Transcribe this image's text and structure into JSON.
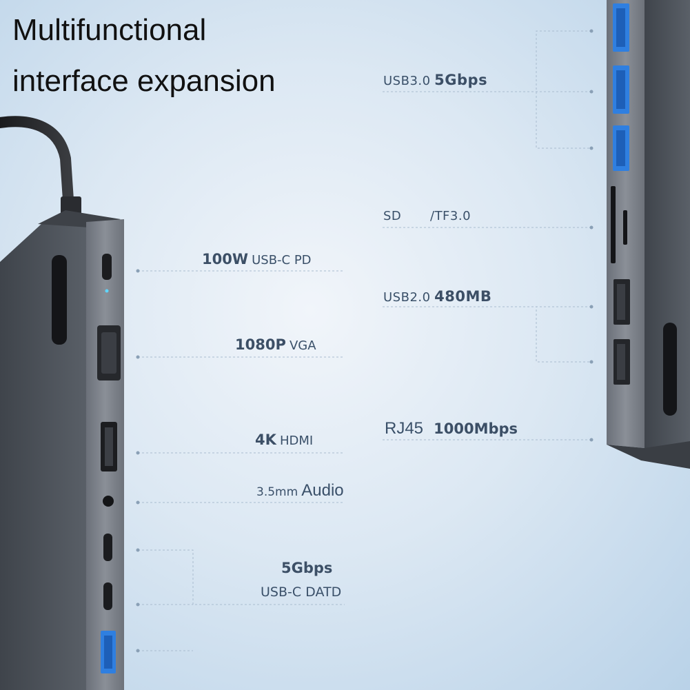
{
  "heading": {
    "line1": "Multifunctional",
    "line2": "interface expansion"
  },
  "left_labels": {
    "pd": {
      "strong": "100W",
      "text": "USB-C PD"
    },
    "vga": {
      "strong": "1080P",
      "text": "VGA"
    },
    "hdmi": {
      "strong": "4K",
      "text": "HDMI"
    },
    "audio": {
      "small": "3.5mm",
      "text": "Audio"
    },
    "usbc_data": {
      "line1": "5Gbps",
      "line2": "USB-C DATD"
    }
  },
  "right_labels": {
    "usb3": {
      "text": "USB3.0",
      "strong": "5Gbps"
    },
    "sd": {
      "text1": "SD",
      "text2": "/TF3.0"
    },
    "usb2": {
      "text": "USB2.0",
      "strong": "480MB"
    },
    "rj45": {
      "text": "RJ45",
      "strong": "1000Mbps"
    }
  },
  "colors": {
    "background": "#dce8f3",
    "hub_body": "#4a4f57",
    "usb3_blue": "#2f7fe0",
    "label_text": "#3a5069",
    "title_text": "#111111"
  }
}
